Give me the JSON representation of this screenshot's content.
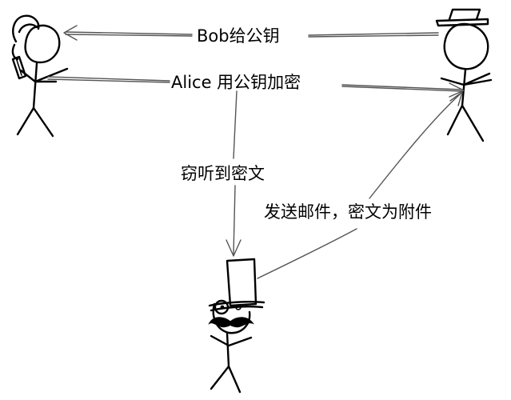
{
  "diagram": {
    "labels": {
      "bob_gives_key": "Bob给公钥",
      "alice_encrypts": "Alice 用公钥加密",
      "eavesdrop": "窃听到密文",
      "send_mail": "发送邮件，密文为附件"
    },
    "colors": {
      "ink": "#000000",
      "arrow": "#555555",
      "background": "#ffffff"
    }
  }
}
